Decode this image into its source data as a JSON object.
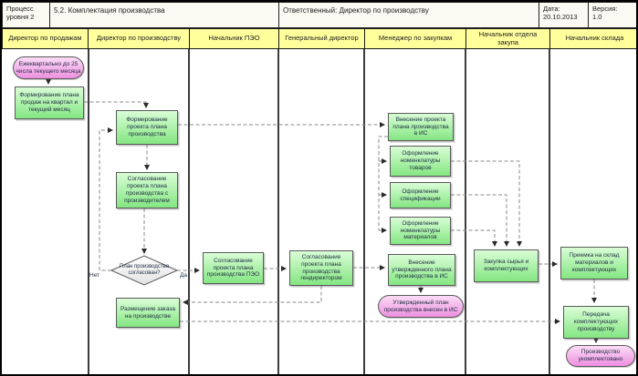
{
  "header": {
    "process_level": "Процесс уровня 2",
    "title": "5.2.  Комплектация производства",
    "responsible": "Ответственный: Директор по производству",
    "date_label": "Дата:",
    "date_value": "20.10.2013",
    "version_label": "Версия:",
    "version_value": "1.0"
  },
  "lanes": [
    "Директор по продажам",
    "Директор по производству",
    "Начальник ПЭО",
    "Генеральный директор",
    "Менеджер по закупкам",
    "Начальник отдела закупа",
    "Начальник склада"
  ],
  "nodes": {
    "start": "Ежеквартально до 25 числа текущего месяца",
    "sales_plan": "Формирование плана продаж на квартал и текущий месяц",
    "draft_plan": "Формирование проекта плана производства",
    "agree_producer": "Согласование проекта плана производства с производителем",
    "decision": "План производства согласован?",
    "decision_no": "Нет",
    "decision_yes": "Да",
    "place_order": "Размещение заказа на производстве",
    "peo": "Согласование проекта плана производства ПЭО",
    "gendir": "Согласование проекта плана производства гендиректором",
    "is_draft": "Внесение проекта плана производства в ИС",
    "nom_goods": "Оформление номенклатуры товаров",
    "spec": "Оформление спецификации",
    "nom_mat": "Оформление номенклатуры материалов",
    "is_approved": "Внесение утвержденного плана производства в ИС",
    "approved_event": "Утвержденный план производства внесен в ИС",
    "purchase": "Закупка сырья и комплектующих",
    "receive": "Приемка на склад материалов и комплектующих",
    "transfer": "Передача комплектующих производству",
    "end": "Производство укомплектовано"
  },
  "colors": {
    "task_fill": "#84e682",
    "event_fill": "#ee8fe0",
    "lane_header_fill": "#ffff9c",
    "connector": "#8a8a8a"
  }
}
